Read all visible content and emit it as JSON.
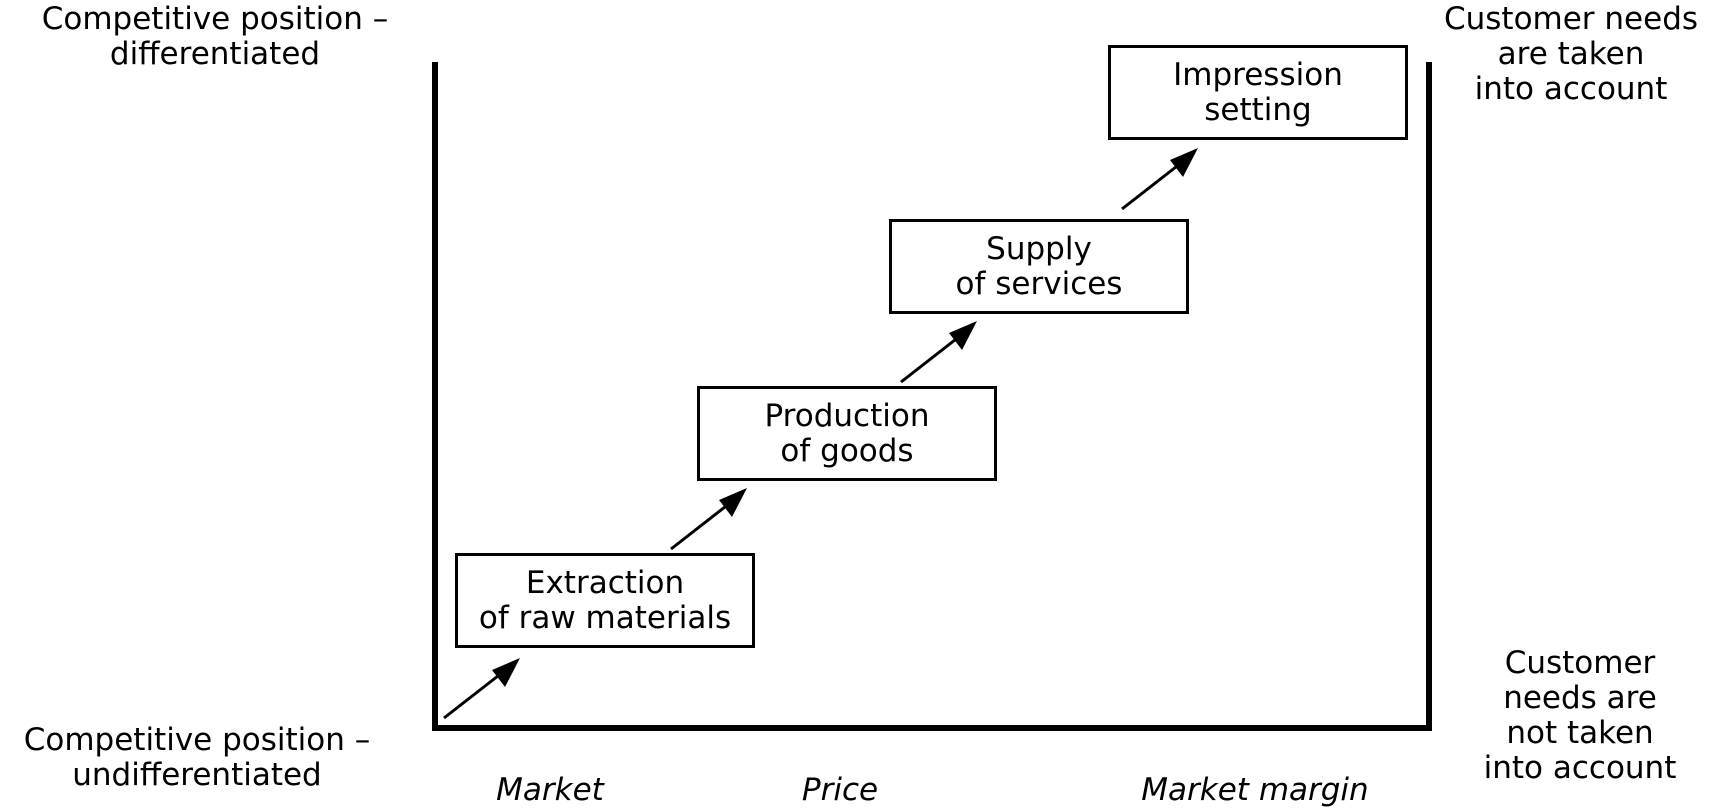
{
  "left_axis": {
    "top_label": [
      "Competitive position –",
      "differentiated"
    ],
    "bottom_label": [
      "Competitive position –",
      "undifferentiated"
    ]
  },
  "right_axis": {
    "top_label": [
      "Customer needs",
      "are taken",
      "into account"
    ],
    "bottom_label": [
      "Customer",
      "needs are",
      "not taken",
      "into account"
    ]
  },
  "x_axis_labels": [
    "Market",
    "Price",
    "Market margin"
  ],
  "stages": [
    [
      "Extraction",
      "of raw materials"
    ],
    [
      "Production",
      "of goods"
    ],
    [
      "Supply",
      "of services"
    ],
    [
      "Impression",
      "setting"
    ]
  ],
  "colors": {
    "line": "#000000",
    "background": "#ffffff"
  }
}
